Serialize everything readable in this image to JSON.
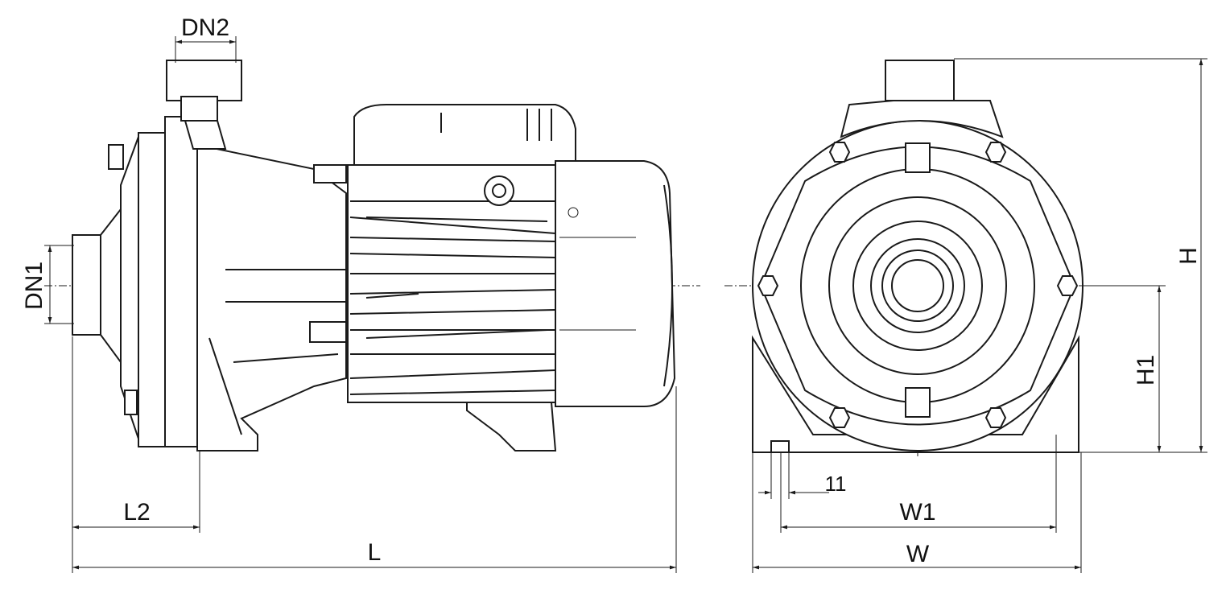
{
  "drawing": {
    "side_view": {
      "labels": {
        "dn2": "DN2",
        "dn1": "DN1",
        "l2": "L2",
        "l": "L"
      }
    },
    "front_view": {
      "labels": {
        "h": "H",
        "h1": "H1",
        "w1": "W1",
        "w": "W",
        "hole": "11"
      }
    }
  }
}
